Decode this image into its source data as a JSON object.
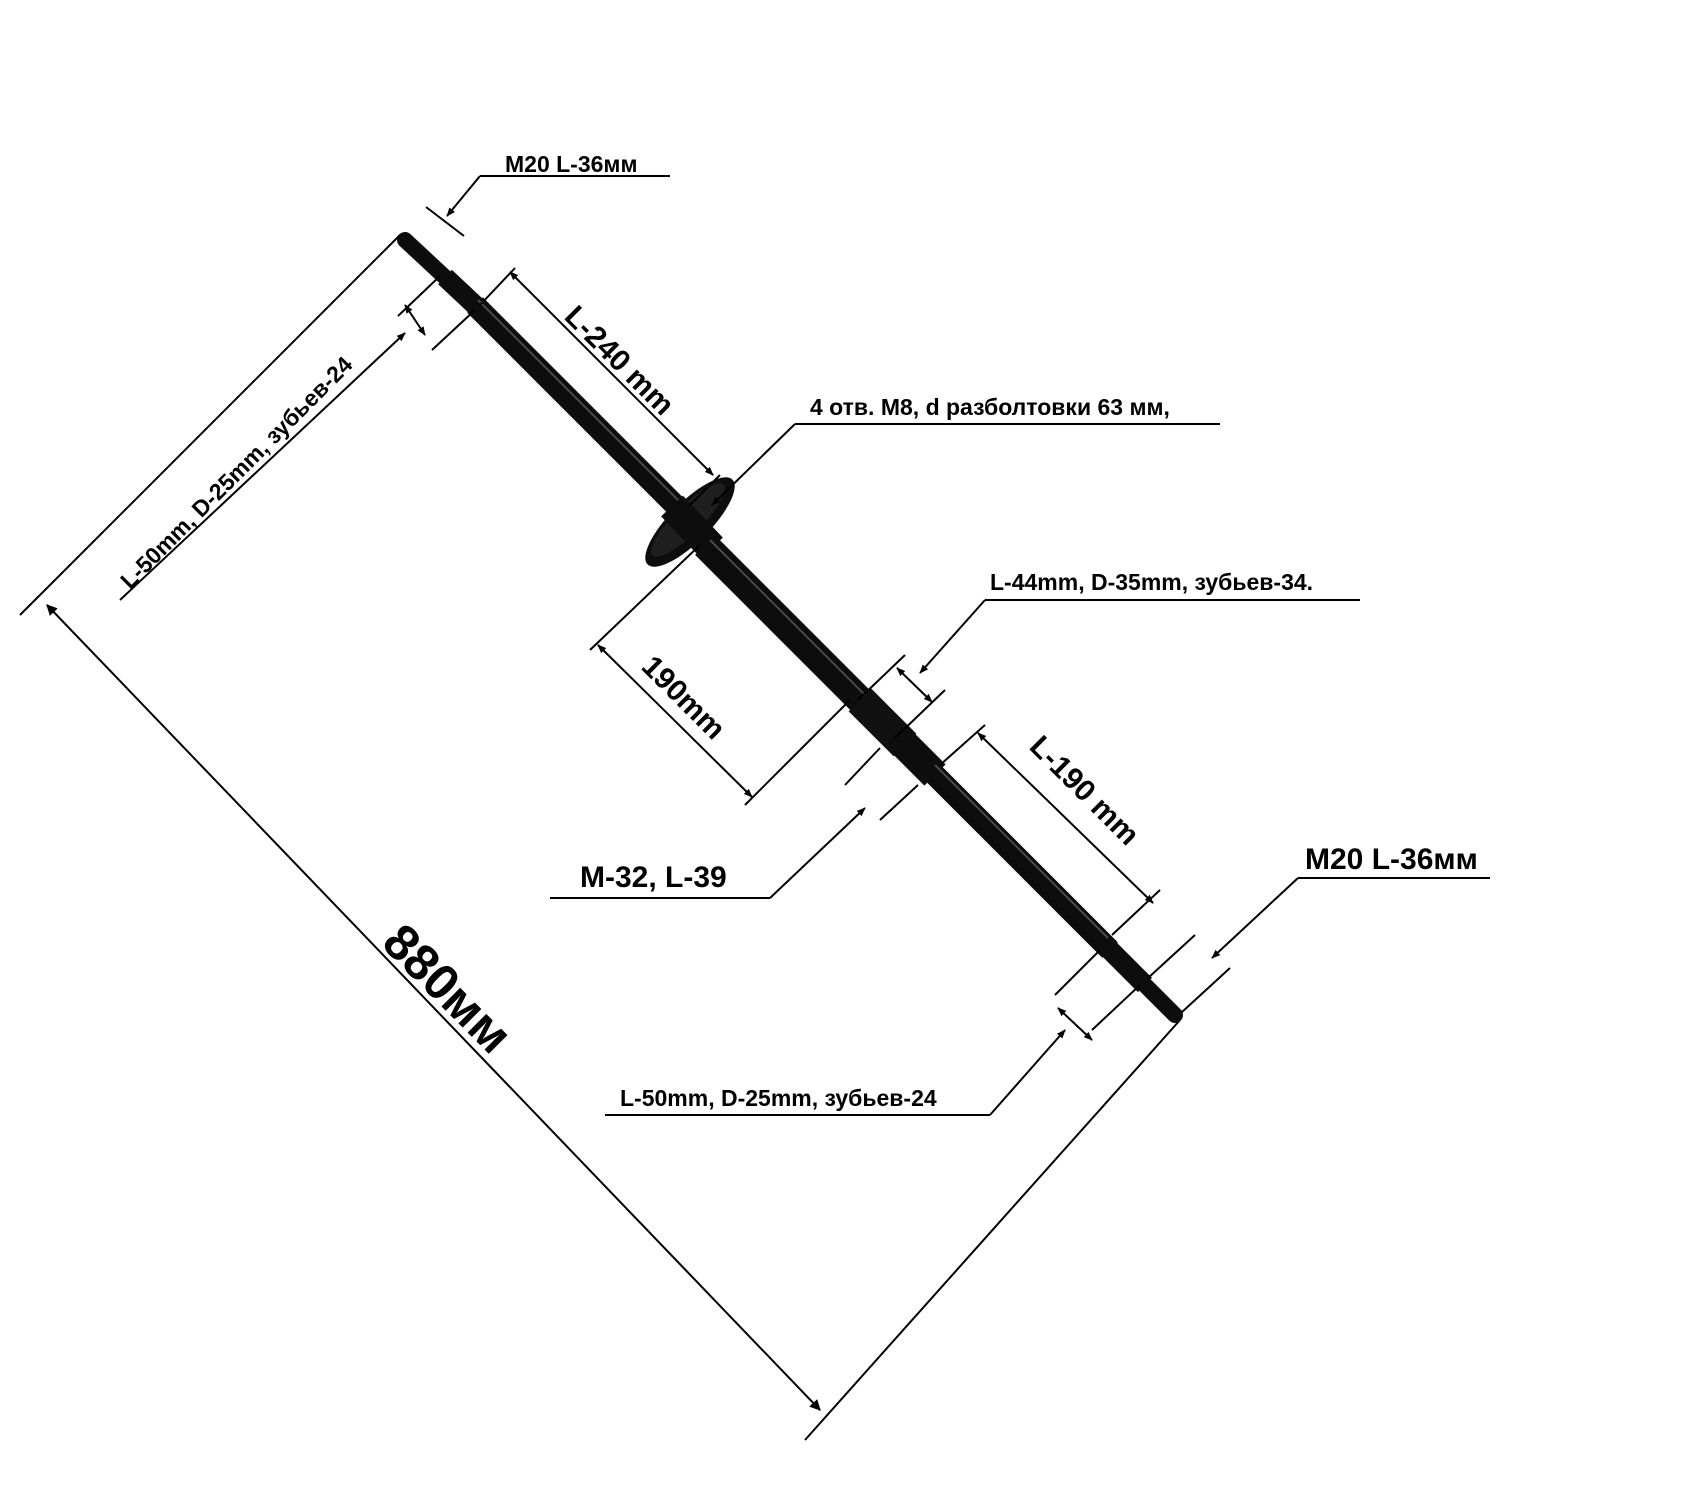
{
  "labels": {
    "top_thread": "М20 L-36мм",
    "top_spline_length": "L-240 mm",
    "flange_holes": "4 отв. М8, d разболтовки 63 мм,",
    "top_spline": "L-50mm, D-25mm, зубьев-24",
    "mid_spline": "L-44mm, D-35mm, зубьев-34.",
    "mid_length": "190mm",
    "lower_length": "L-190 mm",
    "thread_m32": "М-32, L-39",
    "bottom_thread": "М20 L-36мм",
    "bottom_spline": "L-50mm, D-25mm, зубьев-24",
    "total_length": "880мм"
  },
  "colors": {
    "shaft": "#0d0d0d",
    "shaft_highlight": "#4a4a4a",
    "lines": "#000000",
    "background": "#ffffff"
  }
}
